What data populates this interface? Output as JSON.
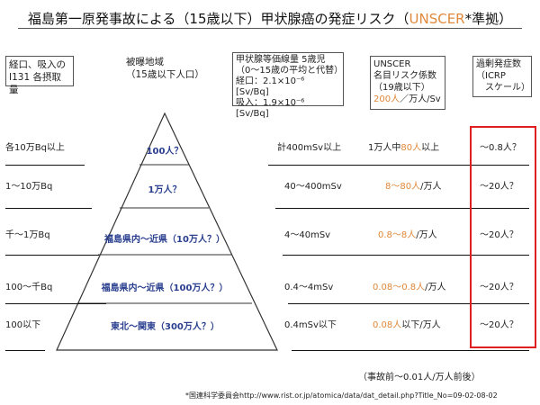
{
  "title": {
    "prefix": "福島第一原発事故による（15歳以下）甲状腺癌の発症リスク（",
    "highlight": "UNSCER",
    "suffix": "*準拠）"
  },
  "headers": {
    "col1": [
      "経口、吸入の",
      "I131 各摂取量"
    ],
    "col2": [
      "被曝地域",
      "（15歳以下人口）"
    ],
    "col3": [
      "甲状腺等価線量 5歳児",
      "（0～15歳の平均と代替）",
      "経口：2.1×10⁻⁶ [Sv/Bq]",
      "吸入：1.9×10⁻⁶ [Sv/Bq]"
    ],
    "col4_lines": [
      "UNSCER",
      "名目リスク係数",
      "（19歳以下）"
    ],
    "col4_rate": {
      "value": "200人",
      "unit": "／万人/Sv"
    },
    "col5": [
      "過剰発症数",
      "（ICRP",
      "スケール）"
    ]
  },
  "rows": [
    {
      "intake": "各10万Bq以上",
      "area": "100人？",
      "dose": "計400mSv以上",
      "risk": [
        {
          "t": "1万人中",
          "c": "n"
        },
        {
          "t": "80人",
          "c": "o"
        },
        {
          "t": "以上",
          "c": "n"
        }
      ],
      "excess": "～0.8人？"
    },
    {
      "intake": "1～10万Bq",
      "area": "1万人？",
      "dose": "40～400mSv",
      "risk": [
        {
          "t": "8～80人",
          "c": "o"
        },
        {
          "t": "/万人",
          "c": "n"
        }
      ],
      "excess": "～20人？"
    },
    {
      "intake": "千～1万Bq",
      "area": "福島県内～近県（10万人？）",
      "dose": "4～40mSv",
      "risk": [
        {
          "t": "0.8～8人",
          "c": "o"
        },
        {
          "t": "/万人",
          "c": "n"
        }
      ],
      "excess": "～20人？"
    },
    {
      "intake": "100～千Bq",
      "area": "福島県内～近県（100万人？）",
      "dose": "0.4～4mSv",
      "risk": [
        {
          "t": "0.08～0.8人",
          "c": "o"
        },
        {
          "t": "/万人",
          "c": "n"
        }
      ],
      "excess": "～20人？"
    },
    {
      "intake": "100以下",
      "area": "東北～関東（300万人？）",
      "dose": "0.4mSv以下",
      "risk": [
        {
          "t": "0.08人",
          "c": "o"
        },
        {
          "t": "以下/万人",
          "c": "n"
        }
      ],
      "excess": "～20人？"
    }
  ],
  "footer_note": "（事故前～0.01人/万人前後）",
  "footer_source": "*国連科学委員会http://www.rist.or.jp/atomica/data/dat_detail.php?Title_No=09-02-08-02",
  "colors": {
    "accent_orange": "#e0883a",
    "tier_blue": "#2a3f8f",
    "highlight_red": "#e02020"
  }
}
